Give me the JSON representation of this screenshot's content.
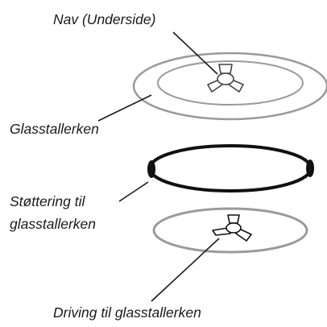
{
  "labels": {
    "hub": "Nav (Underside)",
    "glass_plate": "Glasstallerken",
    "support_ring_line1": "Støttering til",
    "support_ring_line2": "glasstallerken",
    "coupler": "Driving til glasstallerken"
  },
  "colors": {
    "plate_stroke": "#9a9a9a",
    "ring_stroke": "#111111",
    "coupler_stroke": "#9a9a9a",
    "leader_line": "#1a1a1a",
    "text": "#1a1a1a",
    "background": "#ffffff"
  }
}
